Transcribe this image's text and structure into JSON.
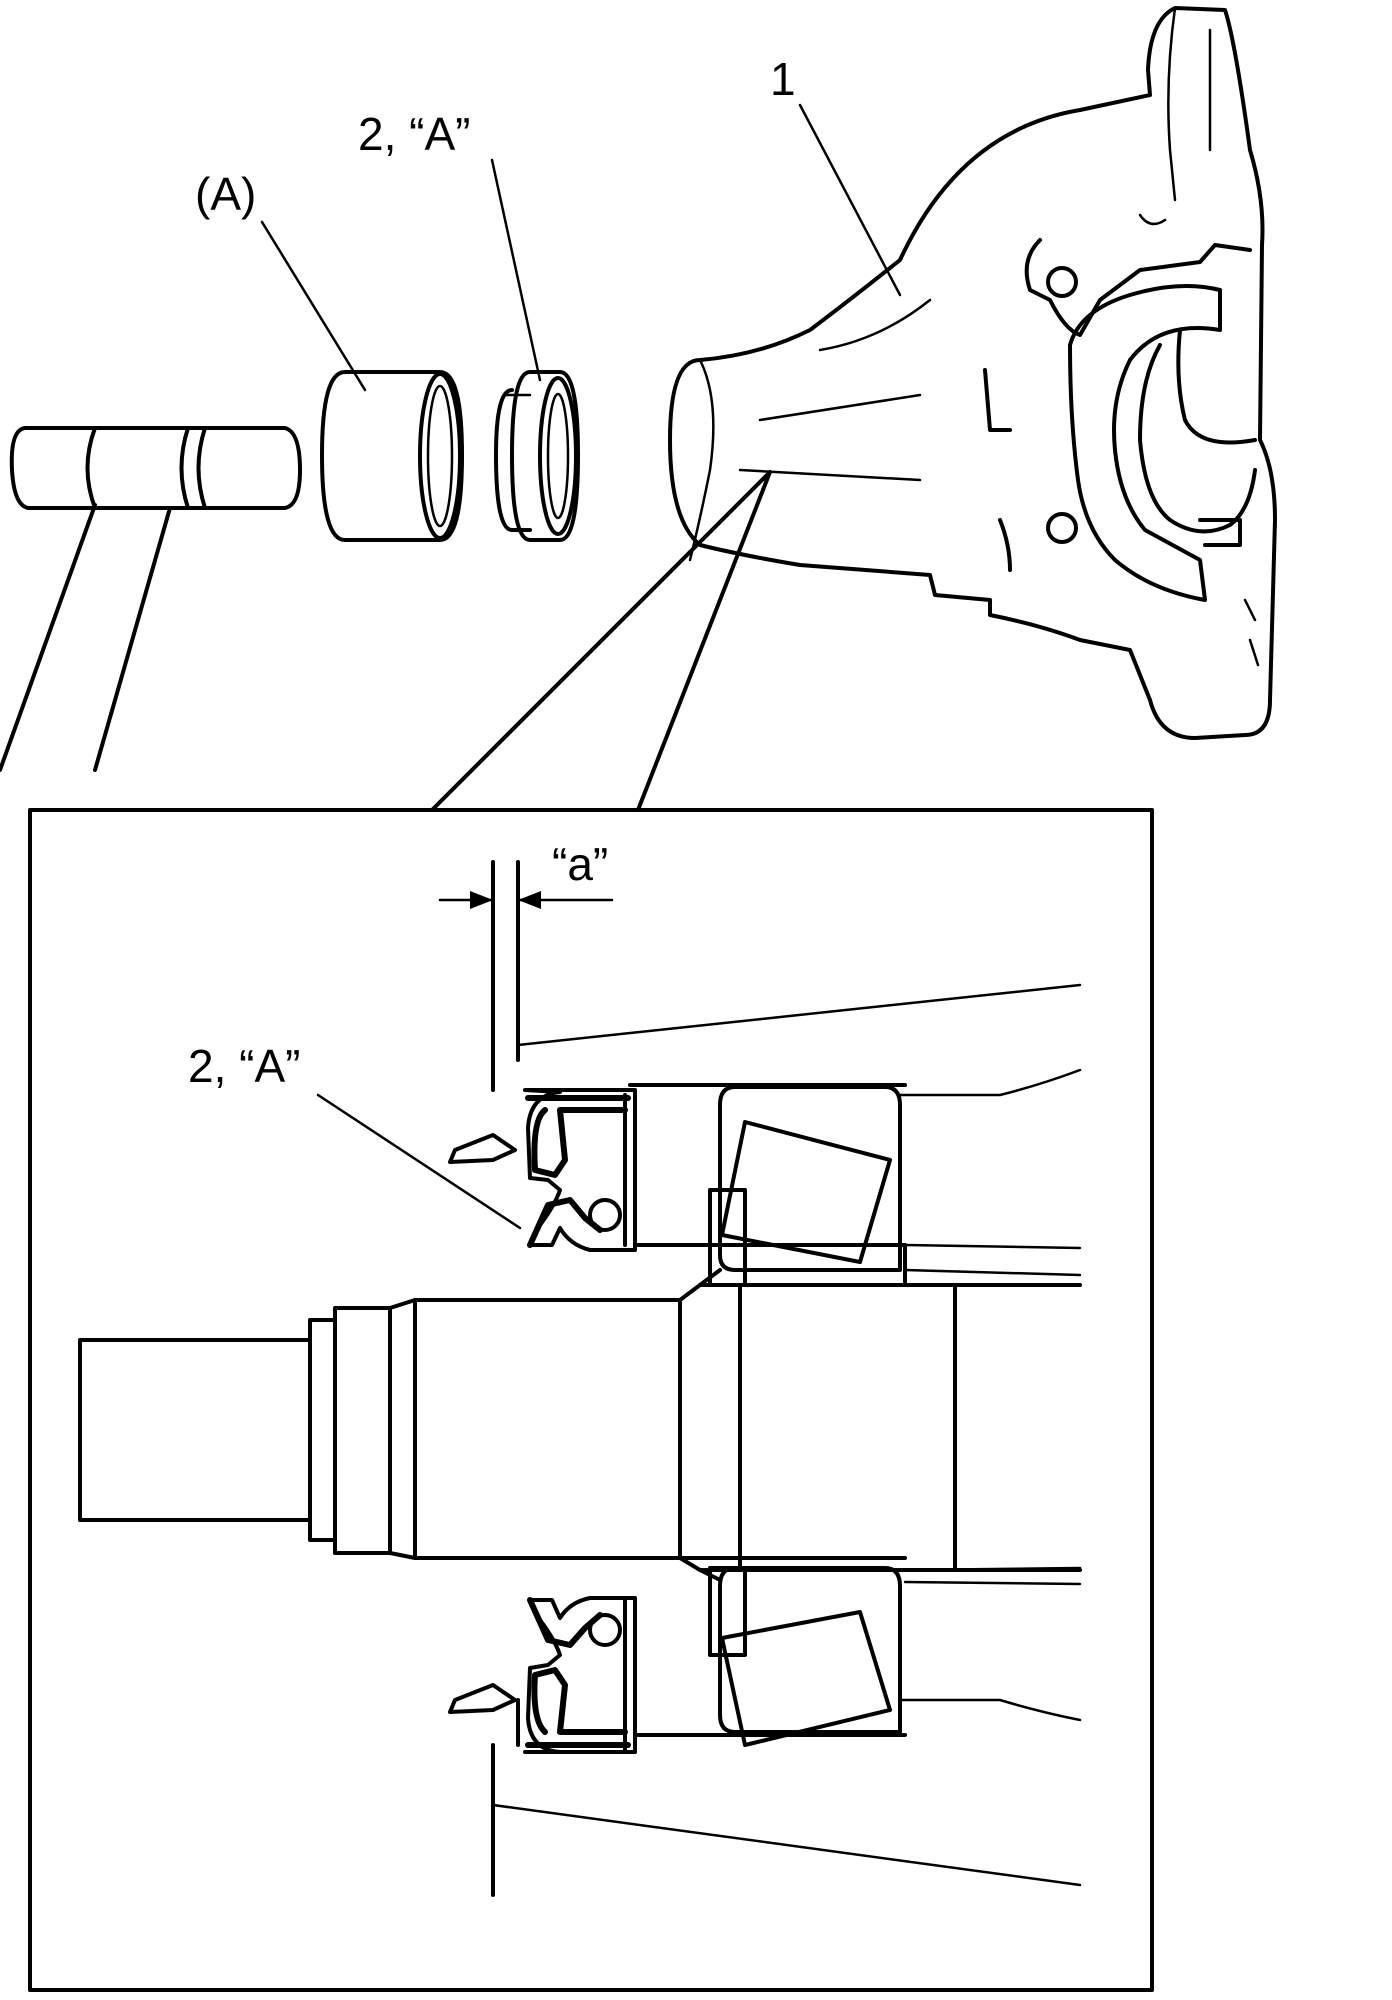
{
  "labels": {
    "housing": "1",
    "oil_seal_top": "2, “A”",
    "tool": "(A)",
    "dimension": "“a”",
    "oil_seal_detail": "2, “A”"
  }
}
